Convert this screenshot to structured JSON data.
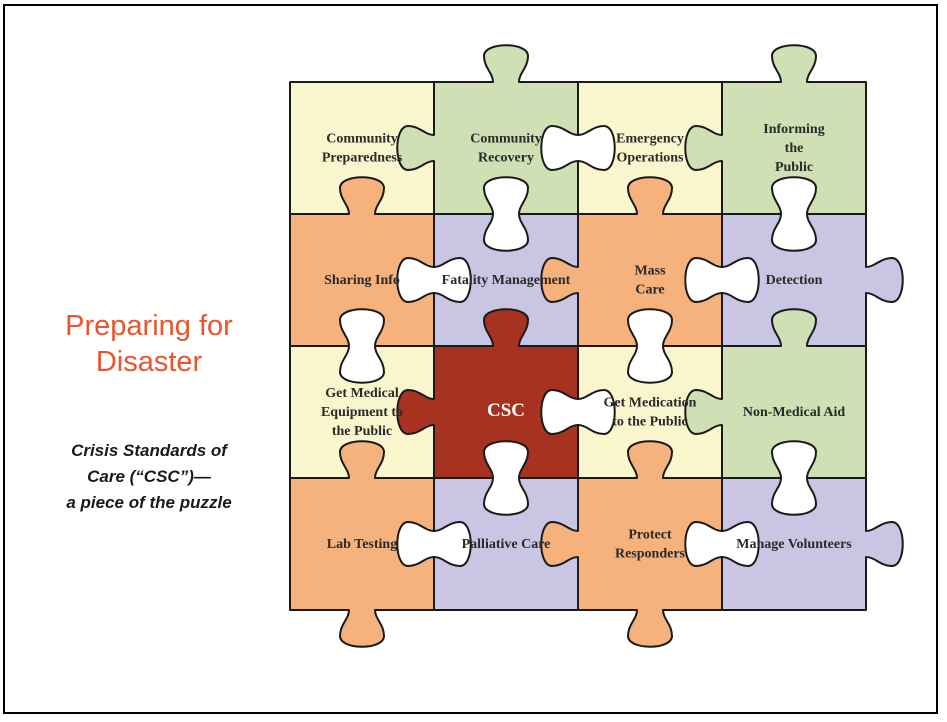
{
  "title_lines": [
    "Preparing for",
    "Disaster"
  ],
  "subtitle_lines": [
    "Crisis Standards of",
    "Care (“CSC”)—",
    "a piece of the puzzle"
  ],
  "colors": {
    "yellow": "#f9f6cd",
    "green": "#cfe0b4",
    "orange": "#f6b27c",
    "purple": "#c9c6e3",
    "csc": "#a7321f",
    "title": "#e8552f"
  },
  "pieces": [
    {
      "id": "community-preparedness",
      "color": "yellow",
      "lines": [
        "Community",
        "Preparedness"
      ]
    },
    {
      "id": "community-recovery",
      "color": "green",
      "lines": [
        "Community",
        "Recovery"
      ]
    },
    {
      "id": "emergency-operations",
      "color": "yellow",
      "lines": [
        "Emergency",
        "Operations"
      ]
    },
    {
      "id": "informing-the-public",
      "color": "green",
      "lines": [
        "Informing",
        "the",
        "Public"
      ]
    },
    {
      "id": "sharing-info",
      "color": "orange",
      "lines": [
        "Sharing Info"
      ]
    },
    {
      "id": "fatality-management",
      "color": "purple",
      "lines": [
        "Fatality Management"
      ]
    },
    {
      "id": "mass-care",
      "color": "orange",
      "lines": [
        "Mass",
        "Care"
      ]
    },
    {
      "id": "detection",
      "color": "purple",
      "lines": [
        "Detection"
      ]
    },
    {
      "id": "get-medical-equipment",
      "color": "yellow",
      "lines": [
        "Get Medical",
        "Equipment to",
        "the Public"
      ]
    },
    {
      "id": "csc",
      "color": "csc",
      "lines": [
        "CSC"
      ]
    },
    {
      "id": "get-medication",
      "color": "yellow",
      "lines": [
        "Get Medication",
        "to the Public"
      ]
    },
    {
      "id": "non-medical-aid",
      "color": "green",
      "lines": [
        "Non-Medical Aid"
      ]
    },
    {
      "id": "lab-testing",
      "color": "orange",
      "lines": [
        "Lab Testing"
      ]
    },
    {
      "id": "palliative-care",
      "color": "purple",
      "lines": [
        "Palliative Care"
      ]
    },
    {
      "id": "protect-responders",
      "color": "orange",
      "lines": [
        "Protect",
        "Responders"
      ]
    },
    {
      "id": "manage-volunteers",
      "color": "purple",
      "lines": [
        "Manage Volunteers"
      ]
    }
  ]
}
